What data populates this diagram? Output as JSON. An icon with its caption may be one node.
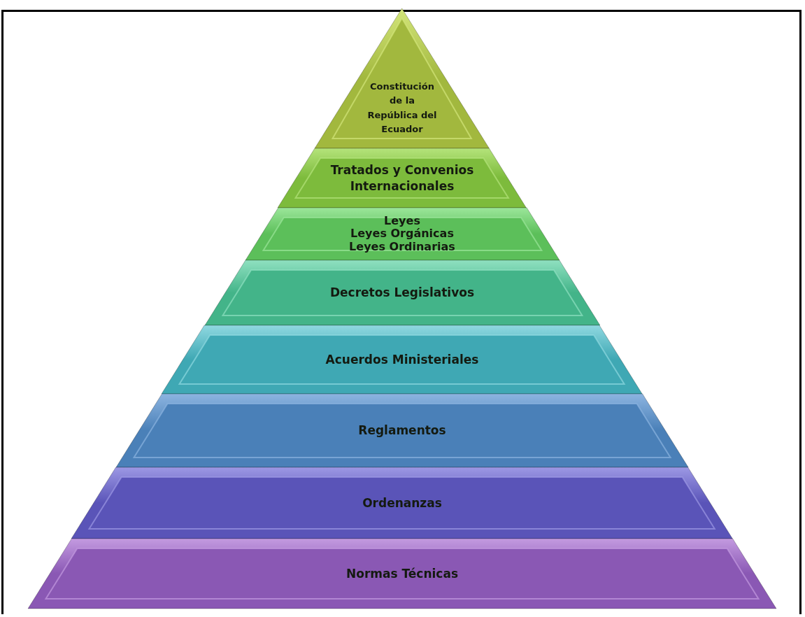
{
  "diagram": {
    "nodes": [
      {
        "text": [
          "Constitución de la República del Ecuador"
        ]
      },
      {
        "text": [
          "Tratados y Convenios Internacionales"
        ]
      },
      {
        "text": [
          "Leyes",
          "Leyes Orgánicas",
          "Leyes Ordinarias"
        ]
      },
      {
        "text": [
          "Decretos Legislativos"
        ]
      },
      {
        "text": [
          "Acuerdos Ministeriales"
        ]
      },
      {
        "text": [
          "Reglamentos"
        ]
      },
      {
        "text": [
          "Ordenanzas"
        ]
      },
      {
        "text": [
          "Normas Técnicas"
        ]
      }
    ]
  }
}
